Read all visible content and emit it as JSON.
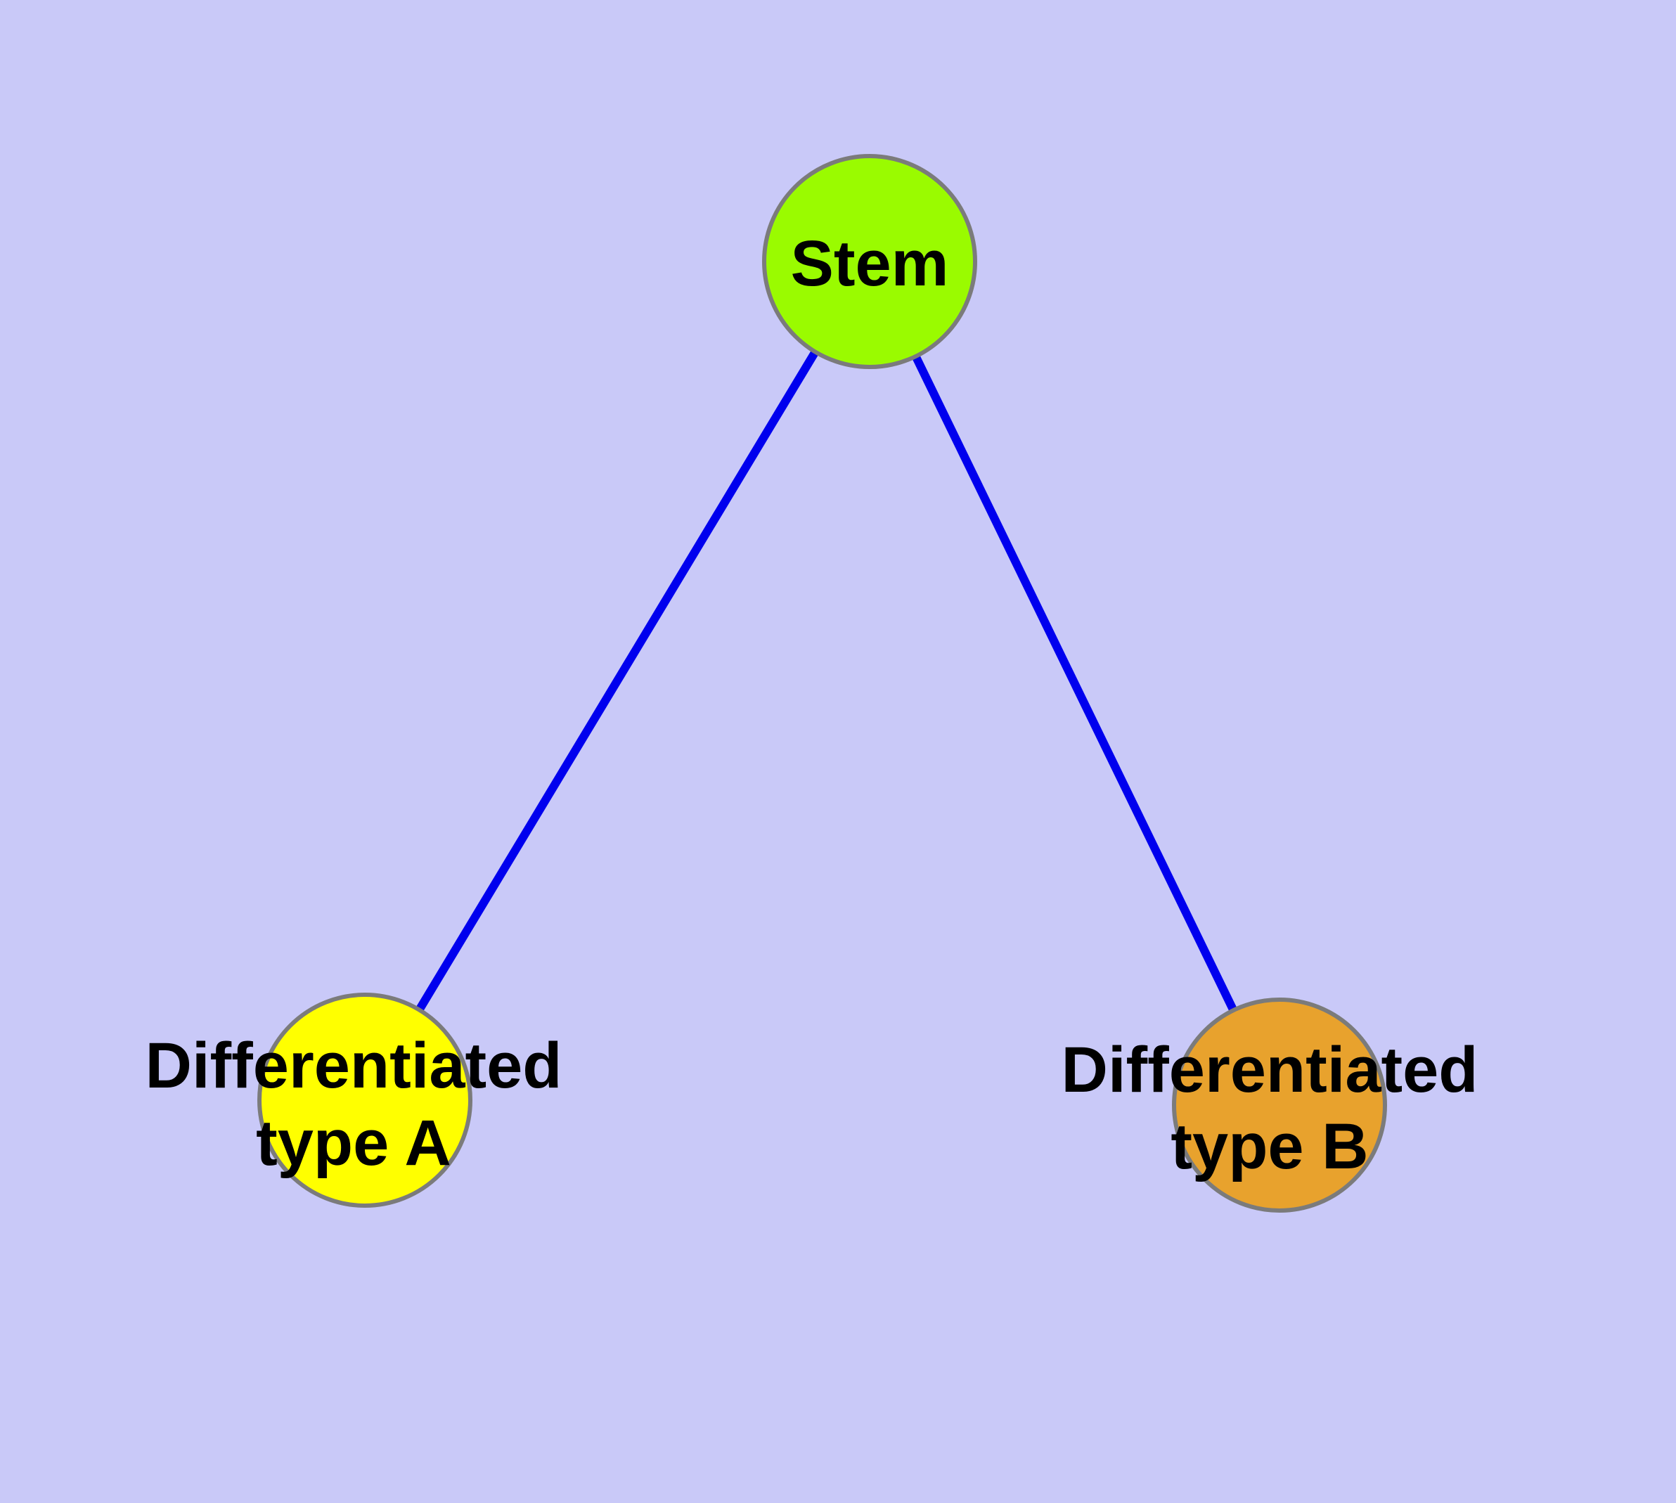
{
  "diagram": {
    "type": "graph",
    "background_color": "#C9C9F8",
    "edge_color": "#0000EE",
    "node_border_color": "#7B7B7B",
    "label_color": "#000000",
    "nodes": {
      "stem": {
        "label": "Stem",
        "color": "#9AFB00"
      },
      "typeA": {
        "label_line1": "Differentiated",
        "label_line2": "type A",
        "color": "#FFFF00"
      },
      "typeB": {
        "label_line1": "Differentiated",
        "label_line2": "type B",
        "color": "#E8A22D"
      }
    },
    "edges": [
      {
        "from": "Stem",
        "to": "Differentiated type A"
      },
      {
        "from": "Stem",
        "to": "Differentiated type B"
      }
    ]
  }
}
